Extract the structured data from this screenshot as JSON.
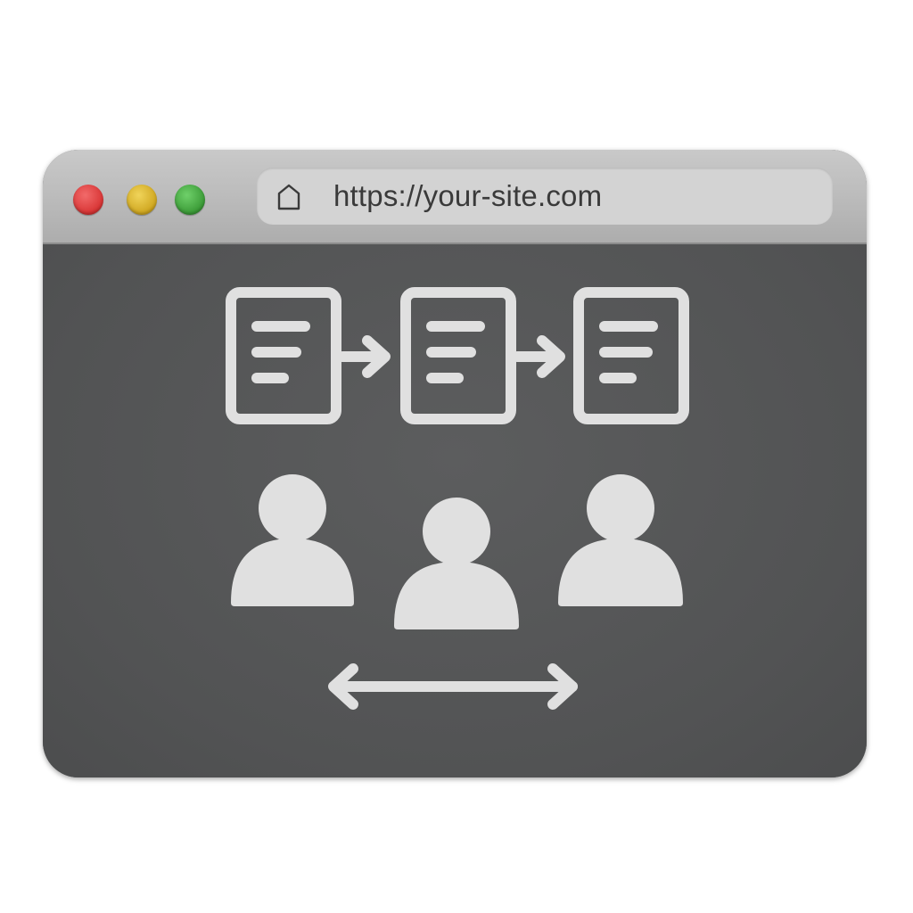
{
  "browser": {
    "controls": {
      "close": "red-dot",
      "minimize": "yellow-dot",
      "maximize": "green-dot",
      "colors": {
        "close": "#d83434",
        "minimize": "#cfa61f",
        "maximize": "#3a9a36"
      }
    },
    "address_bar": {
      "icon": "home-icon",
      "url": "https://your-site.com"
    }
  },
  "content": {
    "workflow": {
      "documents": [
        "document-icon",
        "document-icon",
        "document-icon"
      ],
      "connectors": [
        "arrow-right-icon",
        "arrow-right-icon"
      ]
    },
    "people": [
      "user-icon",
      "user-icon",
      "user-icon"
    ],
    "bottom_icon": "double-arrow-icon",
    "icon_color": "#e0e0e0",
    "background_color": "#555657"
  }
}
